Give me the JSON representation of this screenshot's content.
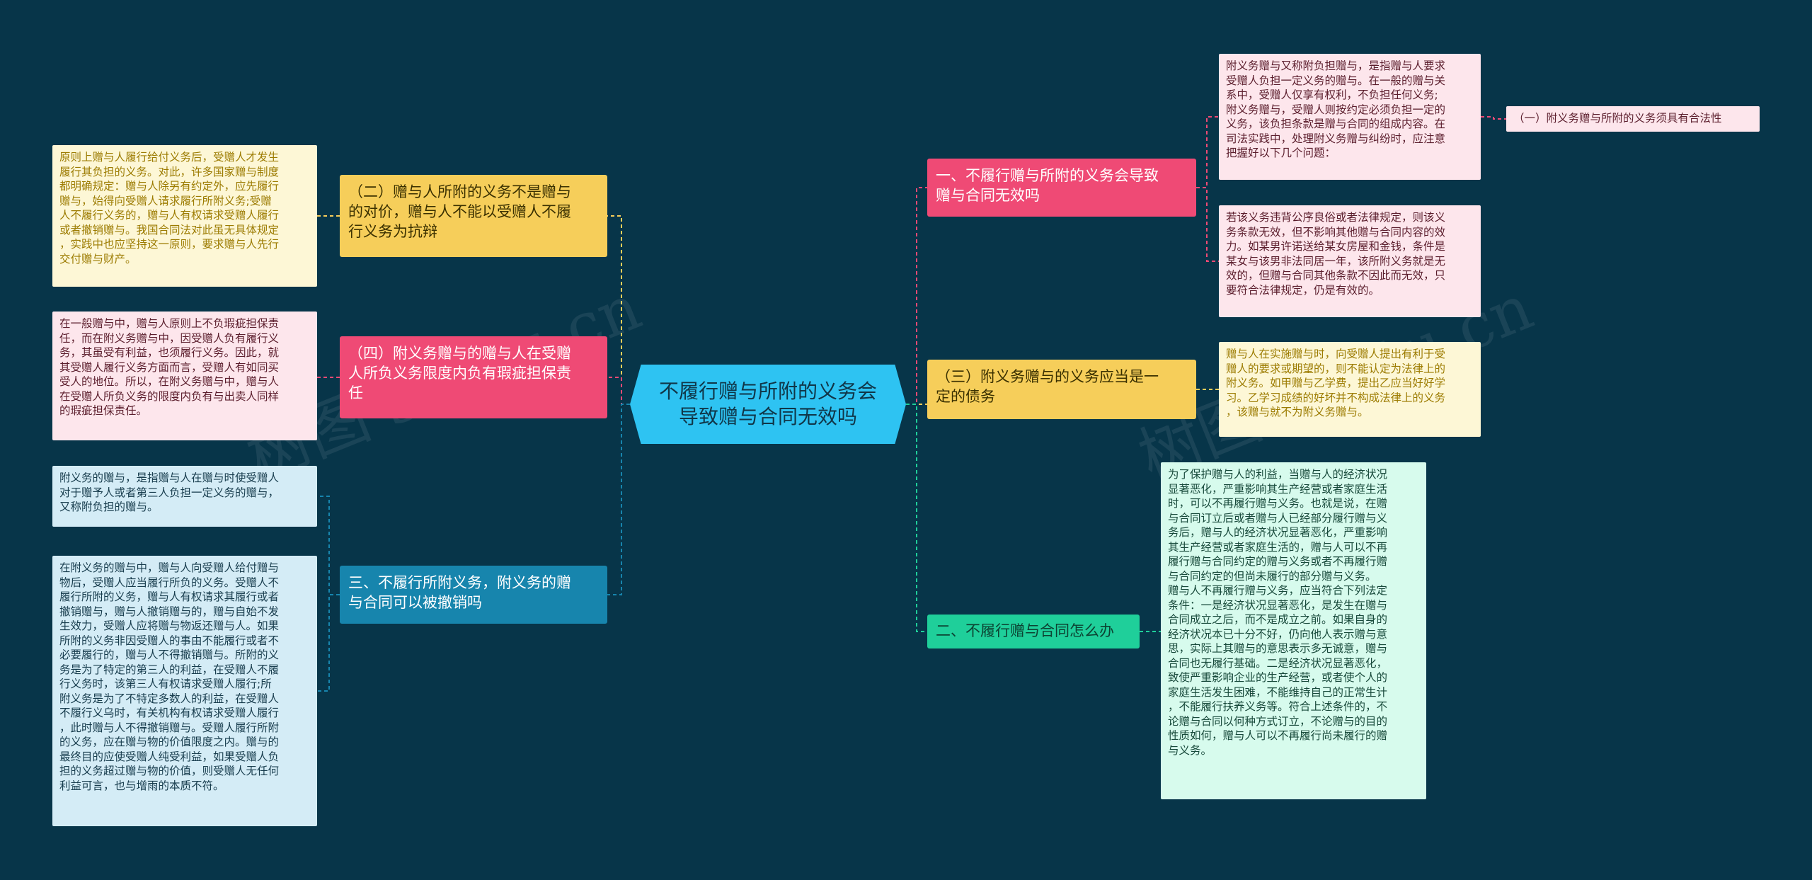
{
  "root": {
    "title": "不履行赠与所附的义务会\n导致赠与合同无效吗"
  },
  "watermark": "树图 shutu.cn",
  "colors": {
    "background": "#073549",
    "root": "#2ec3f2",
    "yellow": "#f6ce5a",
    "pink": "#ef4a75",
    "blue": "#1785ad",
    "green": "#1fcf9a"
  },
  "left": {
    "b1": {
      "label": "（二）赠与人所附的义务不是赠与\n的对价，赠与人不能以受赠人不履\n行义务为抗辩",
      "leaf": "原则上赠与人履行给付义务后，受赠人才发生\n履行其负担的义务。对此，许多国家赠与制度\n都明确规定：赠与人除另有约定外，应先履行\n赠与，始得向受赠人请求履行所附义务;受赠\n人不履行义务的，赠与人有权请求受赠人履行\n或者撤销赠与。我国合同法对此虽无具体规定\n，实践中也应坚持这一原则，要求赠与人先行\n交付赠与财产。"
    },
    "b2": {
      "label": "（四）附义务赠与的赠与人在受赠\n人所负义务限度内负有瑕疵担保责\n任",
      "leaf": "在一般赠与中，赠与人原则上不负瑕疵担保责\n任，而在附义务赠与中，因受赠人负有履行义\n务，其虽受有利益，也须履行义务。因此，就\n其受赠人履行义务方面而言，受赠人有如同买\n受人的地位。所以，在附义务赠与中，赠与人\n在受赠人所负义务的限度内负有与出卖人同样\n的瑕疵担保责任。"
    },
    "b3": {
      "label": "三、不履行所附义务，附义务的赠\n与合同可以被撤销吗",
      "leaf1": "附义务的赠与，是指赠与人在赠与时使受赠人\n对于赠予人或者第三人负担一定义务的赠与，\n又称附负担的赠与。",
      "leaf2": "在附义务的赠与中，赠与人向受赠人给付赠与\n物后，受赠人应当履行所负的义务。受赠人不\n履行所附的义务，赠与人有权请求其履行或者\n撤销赠与，赠与人撤销赠与的，赠与自始不发\n生效力，受赠人应将赠与物返还赠与人。如果\n所附的义务非因受赠人的事由不能履行或者不\n必要履行的，赠与人不得撤销赠与。所附的义\n务是为了特定的第三人的利益，在受赠人不履\n行义务时，该第三人有权请求受赠人履行;所\n附义务是为了不特定多数人的利益，在受赠人\n不履行义乌时，有关机构有权请求受赠人履行\n，此时赠与人不得撤销赠与。受赠人履行所附\n的义务，应在赠与物的价值限度之内。赠与的\n最终目的应使受赠人纯受利益，如果受赠人负\n担的义务超过赠与物的价值，则受赠人无任何\n利益可言，也与增雨的本质不符。"
    }
  },
  "right": {
    "b1": {
      "label": "一、不履行赠与所附的义务会导致\n赠与合同无效吗",
      "leaf1": "附义务赠与又称附负担赠与，是指赠与人要求\n受赠人负担一定义务的赠与。在一般的赠与关\n系中，受赠人仅享有权利，不负担任何义务;\n附义务赠与，受赠人则按约定必须负担一定的\n义务，该负担条款是赠与合同的组成内容。在\n司法实践中，处理附义务赠与纠纷时，应注意\n把握好以下几个问题：",
      "leaf1_child": "（一）附义务赠与所附的义务须具有合法性",
      "leaf2": "若该义务违背公序良俗或者法律规定，则该义\n务条款无效，但不影响其他赠与合同内容的效\n力。如某男许诺送给某女房屋和金钱，条件是\n某女与该男非法同居一年，该所附义务就是无\n效的，但赠与合同其他条款不因此而无效，只\n要符合法律规定，仍是有效的。"
    },
    "b2": {
      "label": "（三）附义务赠与的义务应当是一\n定的债务",
      "leaf": "赠与人在实施赠与时，向受赠人提出有利于受\n赠人的要求或期望的，则不能认定为法律上的\n附义务。如甲赠与乙学费，提出乙应当好好学\n习。乙学习成绩的好坏并不构成法律上的义务\n，该赠与就不为附义务赠与。"
    },
    "b3": {
      "label": "二、不履行赠与合同怎么办",
      "leaf": "为了保护赠与人的利益，当赠与人的经济状况\n显著恶化，严重影响其生产经营或者家庭生活\n时，可以不再履行赠与义务。也就是说，在赠\n与合同订立后或者赠与人已经部分履行赠与义\n务后，赠与人的经济状况显著恶化，严重影响\n其生产经营或者家庭生活的，赠与人可以不再\n履行赠与合同约定的赠与义务或者不再履行赠\n与合同约定的但尚未履行的部分赠与义务。\n赠与人不再履行赠与义务，应当符合下列法定\n条件：一是经济状况显著恶化，是发生在赠与\n合同成立之后，而不是成立之前。如果自身的\n经济状况本已十分不好，仍向他人表示赠与意\n思，实际上其赠与的意思表示多无诚意，赠与\n合同也无履行基础。二是经济状况显著恶化，\n致使严重影响企业的生产经营，或者使个人的\n家庭生活发生困难，不能维持自己的正常生计\n，不能履行扶养义务等。符合上述条件的，不\n论赠与合同以何种方式订立，不论赠与的目的\n性质如何，赠与人可以不再履行尚未履行的赠\n与义务。"
    }
  }
}
